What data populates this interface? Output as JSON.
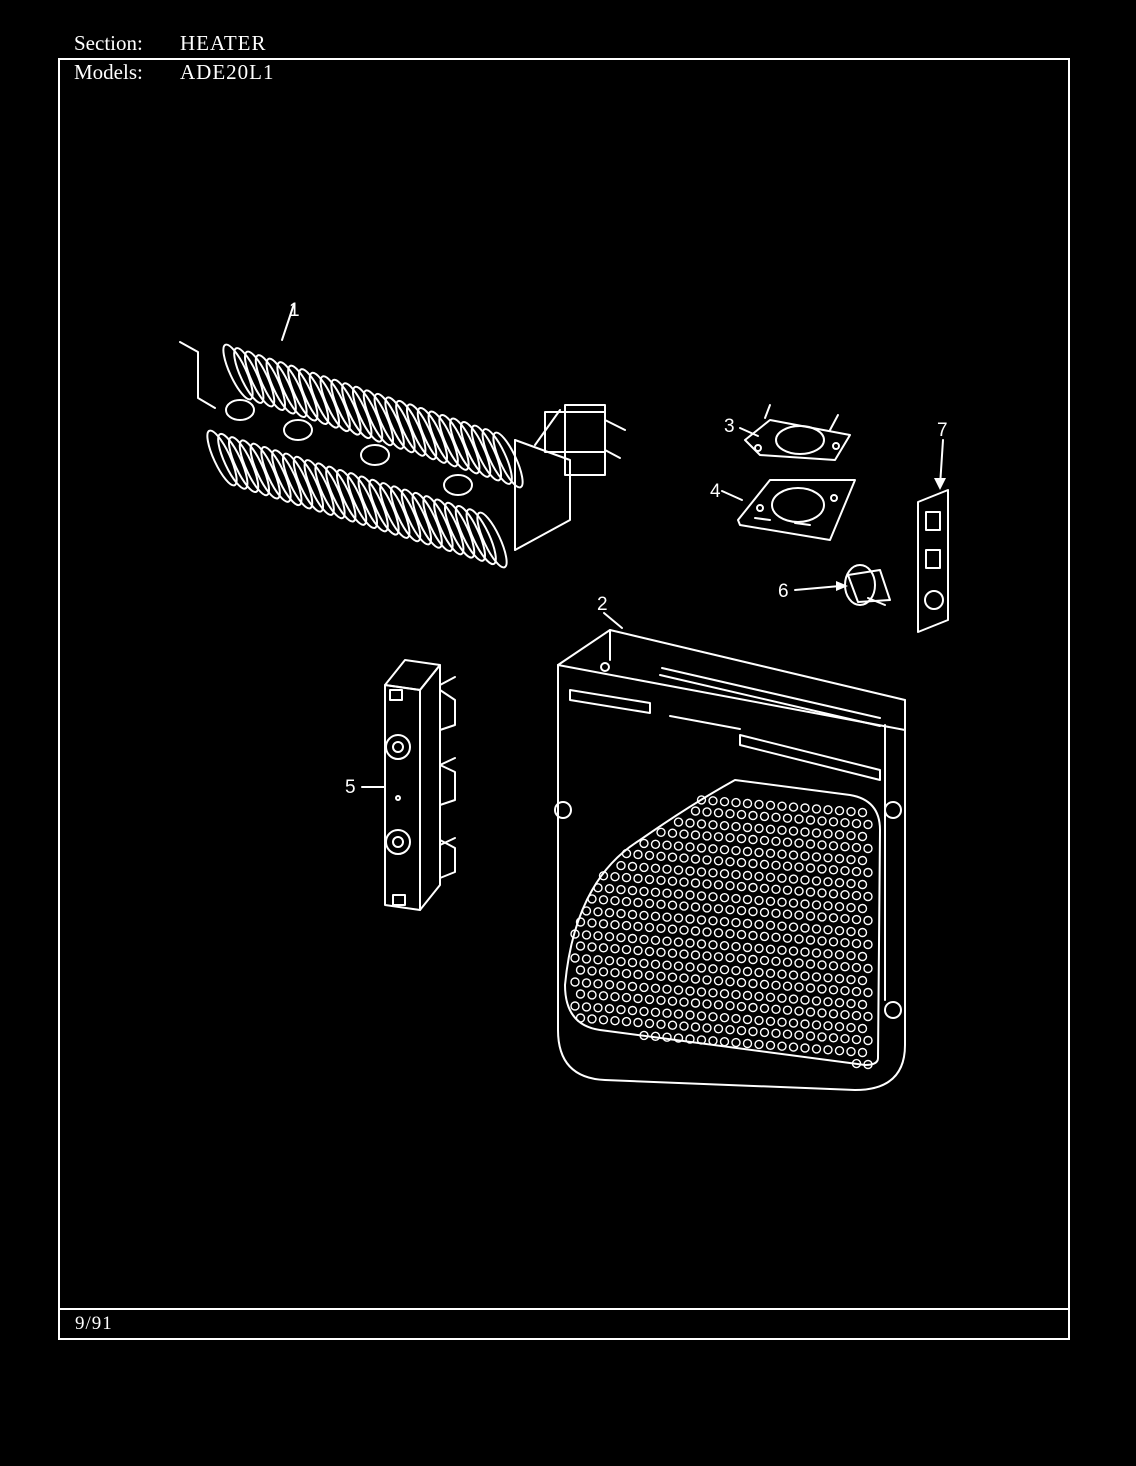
{
  "header": {
    "section_label": "Section:",
    "section_value": "HEATER",
    "models_label": "Models:",
    "models_value": "ADE20L1"
  },
  "footer": {
    "date": "9/91"
  },
  "callouts": [
    "1",
    "2",
    "3",
    "4",
    "5",
    "6",
    "7"
  ],
  "colors": {
    "background": "#000000",
    "line": "#ffffff"
  }
}
